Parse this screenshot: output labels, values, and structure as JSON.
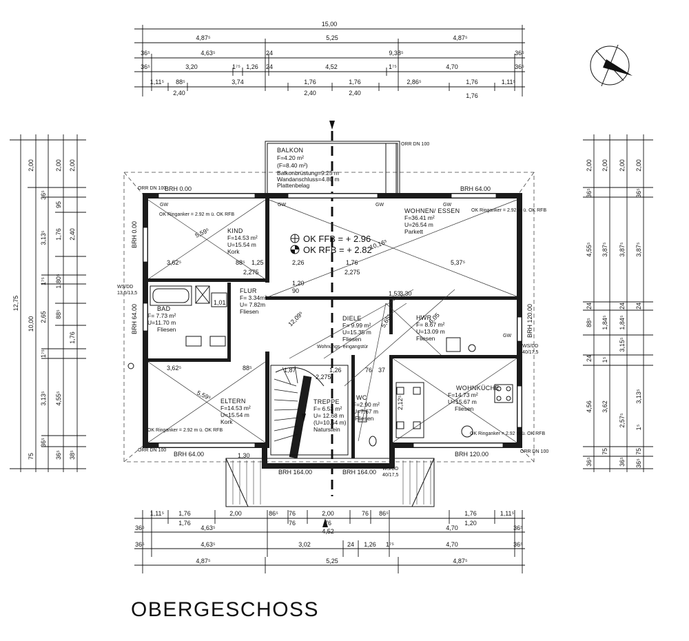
{
  "title": "OBERGESCHOSS",
  "dims_top": {
    "overall": "15,00",
    "row1": [
      "4,87⁵",
      "5,25",
      "4,87⁵"
    ],
    "row2": [
      "36⁵",
      "4,63⁵",
      "24",
      "9,38⁵",
      "36⁵"
    ],
    "row3": [
      "36⁵",
      "3,20",
      "1⁷⁵",
      "1,26",
      "24",
      "4,52",
      "1⁷⁵",
      "4,70",
      "36⁵"
    ],
    "row4": [
      "1,11⁵",
      "88⁵",
      "3,74",
      "1,76",
      "1,76",
      "2,86⁵",
      "1,76",
      "1,11⁵"
    ],
    "row5": [
      "2,40",
      "2,40",
      "2,40",
      "1,76"
    ]
  },
  "dims_bottom": {
    "row1": [
      "1,11⁵",
      "1,76",
      "2,00",
      "86⁵",
      "76",
      "2,00",
      "76",
      "86⁵",
      "1,76",
      "1,11⁵"
    ],
    "row2": [
      "1,76",
      "76",
      "76",
      "1,20"
    ],
    "row3": [
      "36⁵",
      "4,63⁵",
      "4,52",
      "4,70",
      "36⁵"
    ],
    "row4": [
      "36⁵",
      "4,63⁵",
      "3,02",
      "24",
      "1,26",
      "1⁷⁵",
      "4,70",
      "36⁵"
    ],
    "row5": [
      "4,87⁵",
      "5,25",
      "4,87⁵"
    ]
  },
  "dims_left": {
    "overall": "12,75",
    "col2": [
      "10,00"
    ],
    "col3": [
      "2,00",
      "36⁵",
      "3,13⁵",
      "1⁷⁵",
      "2,65",
      "1⁷⁵",
      "3,13⁵",
      "36⁵",
      "75"
    ],
    "col4": [
      "2,00",
      "95",
      "1,76",
      "1,80⁵",
      "88⁵",
      "1,76",
      "4,55⁵",
      "36⁵"
    ],
    "col5": [
      "2,00",
      "2,40",
      "38⁵"
    ]
  },
  "dims_right": {
    "col1": [
      "2,00",
      "36⁵",
      "4,55⁵",
      "24",
      "88⁵",
      "24",
      "4,56",
      "36⁵"
    ],
    "col2": [
      "2,00",
      "3,87⁵",
      "1,84⁵",
      "3,15⁵",
      "1⁵",
      "3,62",
      "75"
    ],
    "col3": [
      "2,00",
      "3,87⁵",
      "24",
      "1,84⁵",
      "2,57⁵",
      "36⁵"
    ],
    "col4": [
      "2,00",
      "36⁵",
      "3,87⁵",
      "24",
      "3,13⁵",
      "1⁵",
      "75",
      "36⁵"
    ]
  },
  "levels": {
    "ok_ffb": "OK FFB = + 2.96",
    "ok_rfb": "OK RFB = + 2.82"
  },
  "rooms": {
    "balkon": [
      "BALKON",
      "F=4.20 m²",
      "(F=8.40 m²)",
      "Balkonbrüstung=9.25 m",
      "Wandanschluss=4.80 m",
      "Plattenbelag"
    ],
    "kind": [
      "KIND",
      "F=14.53 m²",
      "U=15.54 m",
      "Kork"
    ],
    "wohnen": [
      "WOHNEN/ ESSEN",
      "F=36.41 m²",
      "U=26.54 m",
      "Parkett"
    ],
    "bad": [
      "BAD",
      "F= 7.73 m²",
      "U=11.70 m",
      "Fliesen"
    ],
    "flur": [
      "FLUR",
      "F= 3.34m²",
      "U= 7.82m",
      "Fliesen"
    ],
    "diele": [
      "DIELE",
      "F= 9.99 m²",
      "U=15.35 m",
      "Fliesen"
    ],
    "hwr": [
      "HWR",
      "F= 8.67 m²",
      "U=13.09 m",
      "Fliesen"
    ],
    "eltern": [
      "ELTERN",
      "F=14.53 m²",
      "U=15.54 m",
      "Kork"
    ],
    "treppe": [
      "TREPPE",
      "F= 6.53 m²",
      "U= 12.68 m",
      "(U=10.54 m)",
      "Naturstein"
    ],
    "wc": [
      "WC",
      "F=2.90 m²",
      "U=7.67 m",
      "Fliesen"
    ],
    "wohnkueche": [
      "WOHNKÜCHE",
      "F=14.73 m²",
      "U=15.67 m",
      "Fliesen"
    ]
  },
  "labels": {
    "orr_tl": "ORR DN 100",
    "orr_balkon": "ORR DN 100",
    "orr_bl": "ORR DN 100",
    "orr_br": "ORR DN 100",
    "brh_top_left": "BRH 0.00",
    "brh_top_right": "BRH 64.00",
    "brh_left": "BRH 0.00",
    "brh_left2": "BRH 64.00",
    "brh_right": "BRH 120.00",
    "brh_bottom_left": "BRH 64.00",
    "brh_bottom_right": "BRH 120.00",
    "brh_bottom_mid1": "BRH 164.00",
    "brh_bottom_mid2": "BRH 164.00",
    "ws_left": "WS/DD",
    "ws_left_val": "13,5/13,5",
    "ws_right": "WS/DD",
    "ws_right_val": "40/17,5",
    "ws_bottom": "WS/DD",
    "ws_bottom_val": "40/17,5",
    "gw": "GW",
    "ringanker": "OK Ringanker = 2.92 m ü. OK RFB",
    "dim_362_top": "3,62⁵",
    "dim_362_bot": "3,62⁵",
    "dim_226": "2,26",
    "dim_176": "1,76",
    "dim_537": "5,37⁵",
    "dim_559_top": "5,59⁵",
    "dim_559_bot": "5,59⁵",
    "dim_1016": "10,16⁵",
    "dim_1209": "12,09⁵",
    "dim_2275a": "2,275",
    "dim_2275b": "2,275",
    "dim_2275c": "2,275",
    "dim_120": "1,20",
    "dim_90": "90",
    "dim_885a": "88⁵",
    "dim_885b": "88⁵",
    "dim_125": "1,25",
    "dim_101": "1,01",
    "dim_187": "1,87",
    "dim_126": "1,26",
    "dim_130": "1,30",
    "dim_212": "2,12⁵",
    "dim_565": "5,65⁵",
    "dim_605": "6,05",
    "dim_330": "3,30",
    "dim_153": "1,53",
    "dim_76a": "76",
    "dim_37": "37",
    "wohnungseingangstuer": "Wohnungs-\neingangstür"
  }
}
